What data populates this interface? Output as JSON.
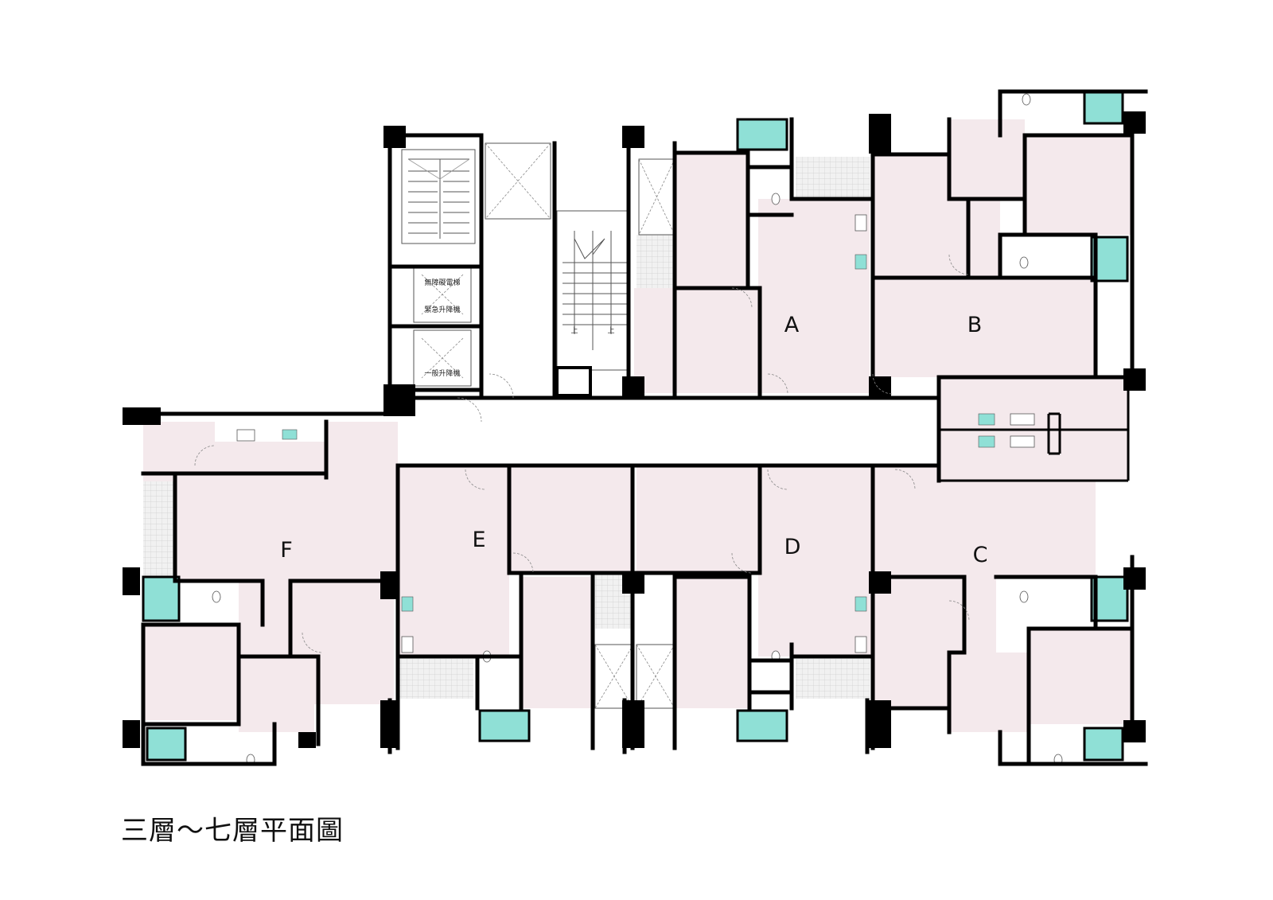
{
  "caption": "三層～七層平面圖",
  "units": [
    {
      "id": "A",
      "label": "A"
    },
    {
      "id": "B",
      "label": "B"
    },
    {
      "id": "C",
      "label": "C"
    },
    {
      "id": "D",
      "label": "D"
    },
    {
      "id": "E",
      "label": "E"
    },
    {
      "id": "F",
      "label": "F"
    }
  ],
  "core": {
    "accessible_elevator": "無障礙電梯",
    "emergency_elevator": "緊急升降機",
    "general_elevator": "一般升降機",
    "stair_up_left": "上",
    "stair_up_right": "上"
  },
  "colors": {
    "room_fill": "#f4e9ec",
    "bath_fill": "#8fe0d6",
    "wall": "#000000"
  }
}
